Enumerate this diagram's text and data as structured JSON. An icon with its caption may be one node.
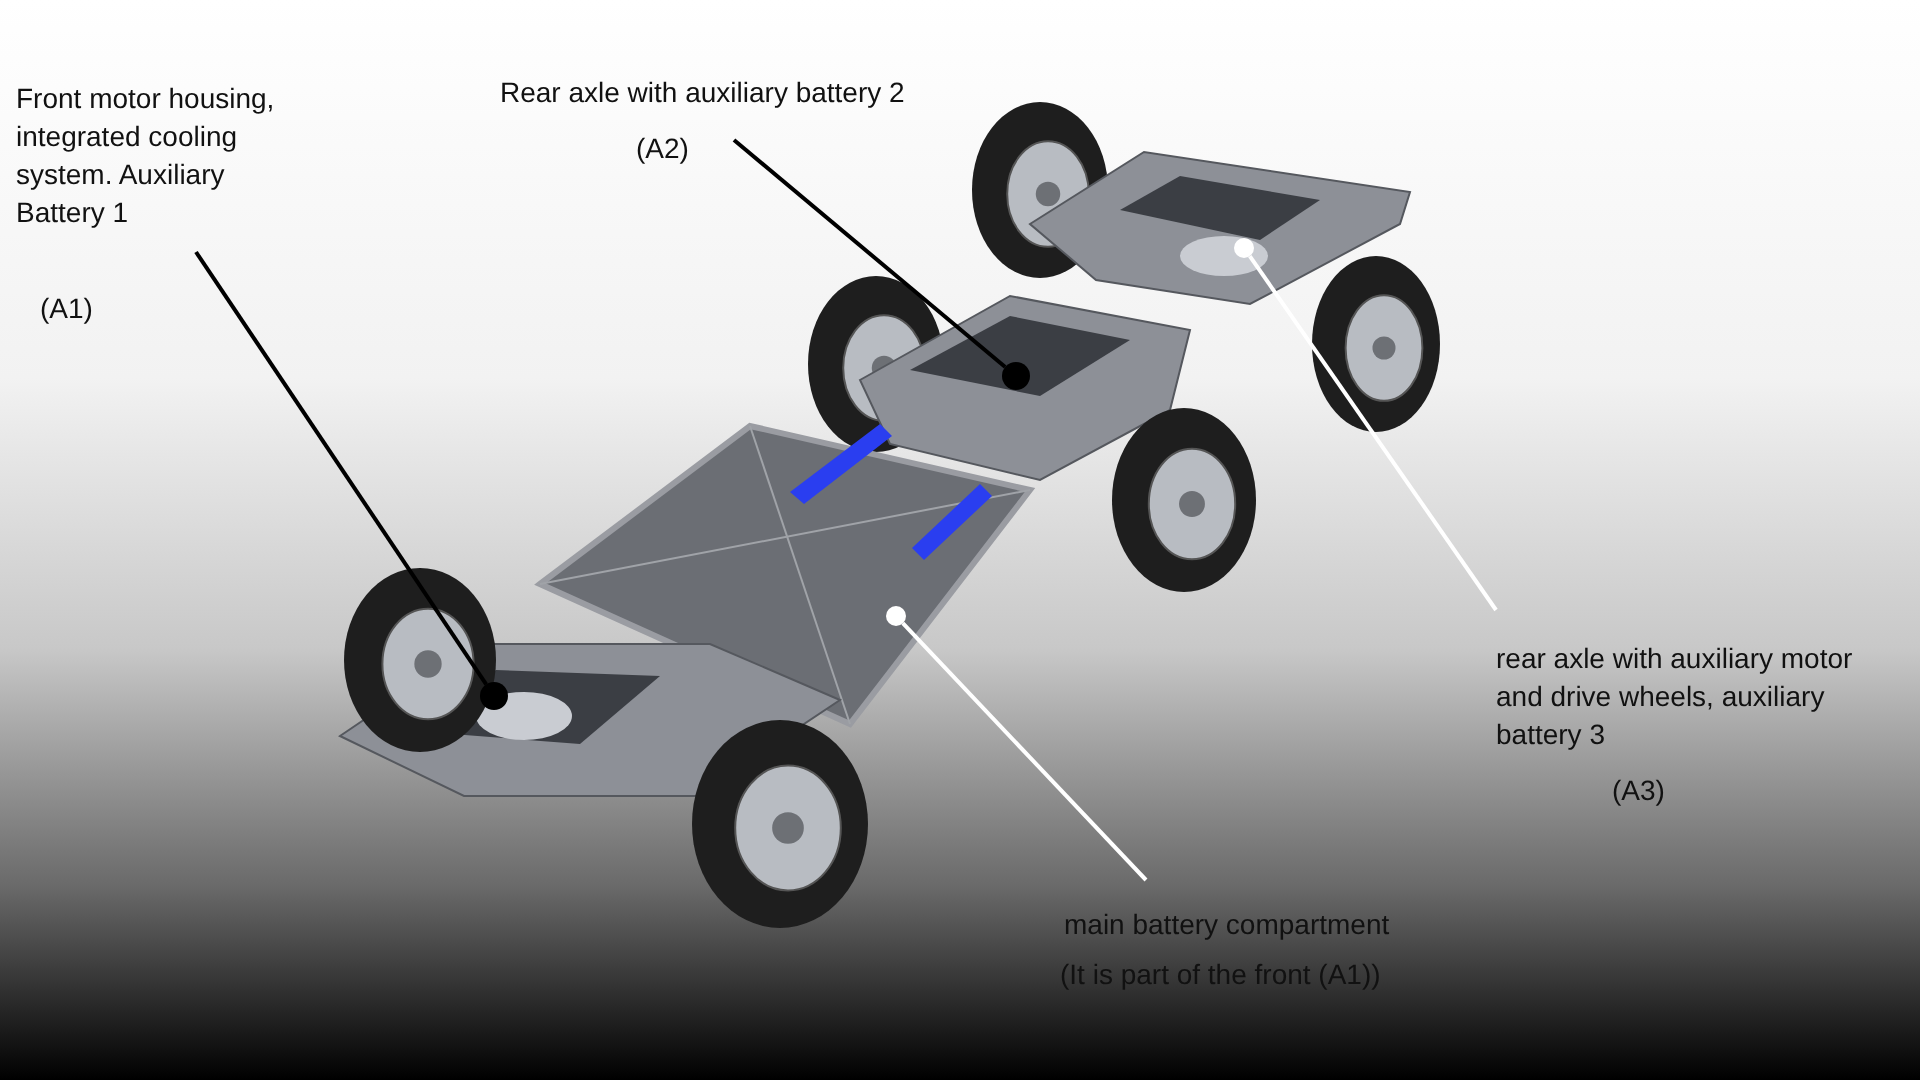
{
  "diagram": {
    "nodes": [
      {
        "text": [
          "Front motor housing, integrated cooling system. Auxiliary Battery 1",
          "(A1)"
        ]
      },
      {
        "text": [
          "Rear axle with auxiliary battery 2",
          "(A2)"
        ]
      },
      {
        "text": [
          "rear axle with auxiliary motor and drive wheels, auxiliary battery 3",
          "(A3)"
        ]
      },
      {
        "text": [
          "main battery compartment",
          "(It is part of the front (A1))"
        ]
      },
      {
        "text": [],
        "shape": "circle"
      },
      {
        "text": [],
        "shape": "circle"
      },
      {
        "text": [],
        "shape": "circle"
      },
      {
        "text": [],
        "shape": "circle"
      }
    ],
    "edges": [
      {
        "from": 0,
        "to": 4,
        "arrow": "none"
      },
      {
        "from": 1,
        "to": 5,
        "arrow": "none"
      },
      {
        "from": 2,
        "to": 6,
        "arrow": "none",
        "color": "#ffffff"
      },
      {
        "from": 3,
        "to": 7,
        "arrow": "none",
        "color": "#ffffff"
      }
    ]
  }
}
